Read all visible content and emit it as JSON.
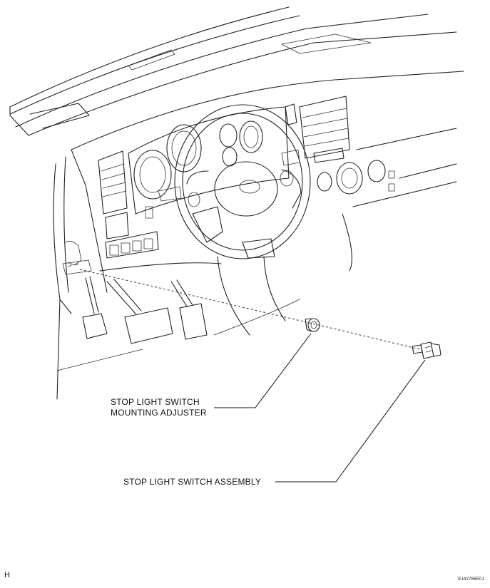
{
  "labels": {
    "adjuster_line1": "STOP LIGHT SWITCH",
    "adjuster_line2": "MOUNTING ADJUSTER",
    "assembly": "STOP LIGHT SWITCH ASSEMBLY"
  },
  "corner_left": "H",
  "figure_code": "E142786E01"
}
